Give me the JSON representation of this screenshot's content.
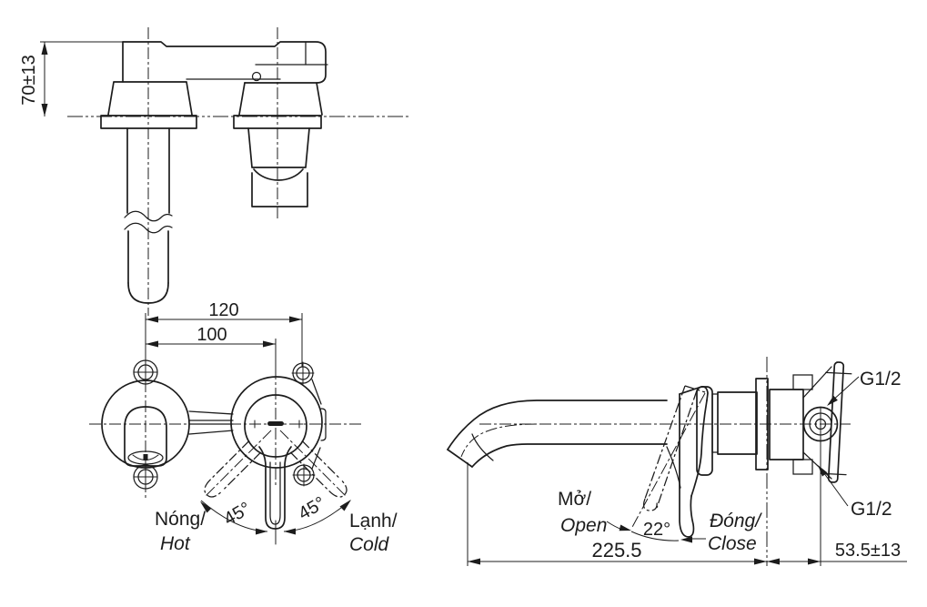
{
  "style": {
    "background": "#ffffff",
    "line_color": "#1c1c1c"
  },
  "views": {
    "top": {
      "dim_height": "70±13"
    },
    "front": {
      "dim_mount_holes": "120",
      "dim_hole_centers": "100",
      "angle_hot": "45°",
      "angle_cold": "45°",
      "hot_vi": "Nóng/",
      "hot_en": "Hot",
      "cold_vi": "Lạnh/",
      "cold_en": "Cold"
    },
    "side": {
      "open_vi": "Mở/",
      "open_en": "Open",
      "angle_open": "22°",
      "close_vi": "Đóng/",
      "close_en": "Close",
      "dim_spout_reach": "225.5",
      "dim_wall_depth": "53.5±13",
      "thread_top": "G1/2",
      "thread_bottom": "G1/2"
    }
  }
}
